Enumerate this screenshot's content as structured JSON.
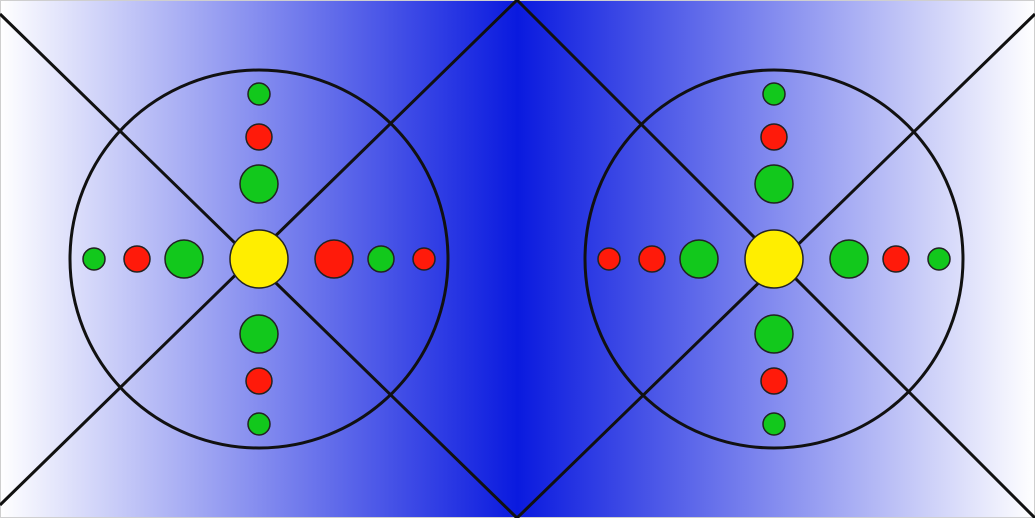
{
  "diagram": {
    "background": {
      "edge_color": "#ffffff",
      "center_color": "#0a1adf",
      "border_color": "#cfcfcf"
    },
    "line_color": "#111111",
    "dot_colors": {
      "center": "#ffee00",
      "green": "#12c81c",
      "red": "#ff1a0a"
    },
    "figures": [
      {
        "name": "left-figure",
        "arms": {
          "up": [
            "green",
            "red",
            "green"
          ],
          "down": [
            "green",
            "red",
            "green"
          ],
          "left": [
            "green",
            "red",
            "green"
          ],
          "right": [
            "red",
            "green",
            "red"
          ]
        }
      },
      {
        "name": "right-figure",
        "arms": {
          "up": [
            "green",
            "red",
            "green"
          ],
          "down": [
            "green",
            "red",
            "green"
          ],
          "left": [
            "green",
            "red",
            "red"
          ],
          "right": [
            "green",
            "red",
            "green"
          ]
        }
      }
    ]
  }
}
